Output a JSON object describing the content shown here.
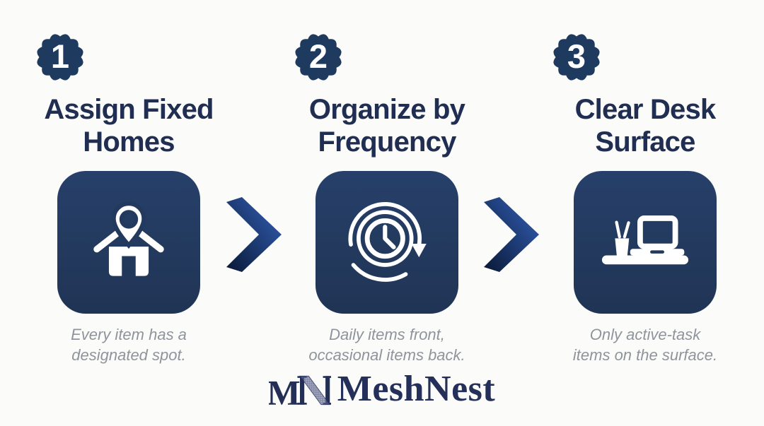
{
  "steps": [
    {
      "number": "1",
      "title_line1": "Assign Fixed",
      "title_line2": "Homes",
      "caption_line1": "Every item has a",
      "caption_line2": "designated spot.",
      "icon": "house-location-pin"
    },
    {
      "number": "2",
      "title_line1": "Organize by",
      "title_line2": "Frequency",
      "caption_line1": "Daily items front,",
      "caption_line2": "occasional items back.",
      "icon": "clock-recurring-cycle"
    },
    {
      "number": "3",
      "title_line1": "Clear Desk",
      "title_line2": "Surface",
      "caption_line1": "Only active-task",
      "caption_line2": "items on the surface.",
      "icon": "desk-with-laptop"
    }
  ],
  "connectors": [
    {
      "icon": "chevron-right"
    },
    {
      "icon": "chevron-right"
    }
  ],
  "brand": {
    "monogram": "MN",
    "monogram_m": "M",
    "monogram_n": "N",
    "name": "MeshNest"
  },
  "colors": {
    "background": "#fbfbfa",
    "navy_tile": "#233a5e",
    "navy_badge": "#1e3a5e",
    "navy_title": "#202e52",
    "caption_gray": "#8f949c",
    "arrow_dark_blue": "#0a1834",
    "arrow_bright_blue": "#2e55a3",
    "icon_white": "#ffffff",
    "logo_navy": "#25305a"
  }
}
